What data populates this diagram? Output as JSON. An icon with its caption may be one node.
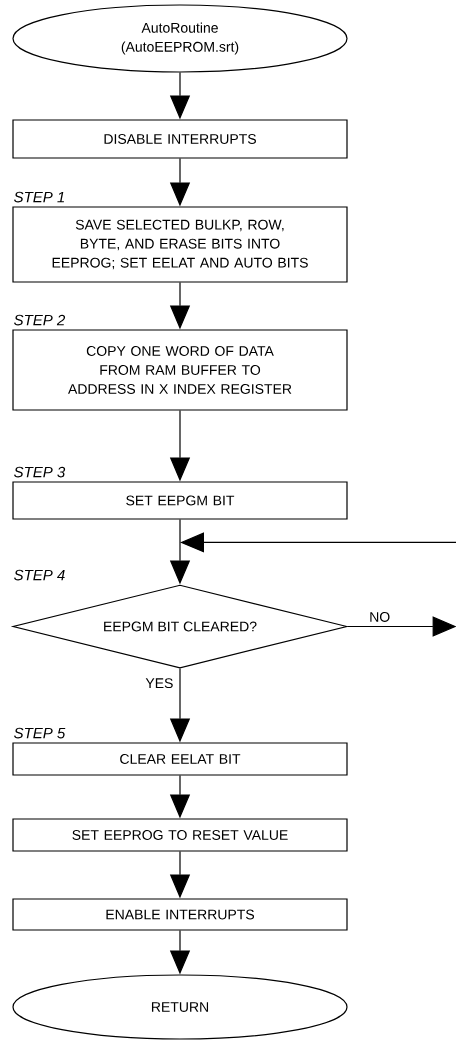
{
  "diagram": {
    "nodes": [
      {
        "text": [
          "AutoRoutine (AutoEEPROM.srt)"
        ]
      },
      {
        "text": [
          "DISABLE INTERRUPTS"
        ]
      },
      {
        "text": [
          "SAVE SELECTED BULKP, ROW, BYTE, AND ERASE BITS INTO EEPROG; SET EELAT AND AUTO BITS"
        ],
        "beside": [
          "STEP 1"
        ]
      },
      {
        "text": [
          "COPY ONE WORD OF DATA FROM RAM BUFFER TO ADDRESS IN X INDEX REGISTER"
        ],
        "beside": [
          "STEP 2"
        ]
      },
      {
        "text": [
          "SET EEPGM BIT"
        ],
        "beside": [
          "STEP 3"
        ]
      },
      {
        "text": [
          "EEPGM BIT CLEARED?"
        ],
        "beside": [
          "STEP 4"
        ]
      },
      {
        "text": [
          "CLEAR EELAT BIT"
        ],
        "beside": [
          "STEP 5"
        ]
      },
      {
        "text": [
          "SET EEPROG TO RESET VALUE"
        ]
      },
      {
        "text": [
          "ENABLE INTERRUPTS"
        ]
      },
      {
        "text": [
          "RETURN"
        ]
      }
    ],
    "edges": [
      {
        "from": 0,
        "to": 1,
        "arrow": "to"
      },
      {
        "from": 1,
        "to": 2,
        "arrow": "to"
      },
      {
        "from": 2,
        "to": 3,
        "arrow": "to"
      },
      {
        "from": 3,
        "to": 4,
        "arrow": "to"
      },
      {
        "from": 4,
        "to": 5,
        "arrow": "to"
      },
      {
        "from": 5,
        "to": null,
        "arrow": "to",
        "label": "NO"
      },
      {
        "from": null,
        "to": 5,
        "arrow": "to"
      },
      {
        "from": 5,
        "to": 6,
        "arrow": "to",
        "label": "YES"
      },
      {
        "from": 6,
        "to": 7,
        "arrow": "to"
      },
      {
        "from": 7,
        "to": 8,
        "arrow": "to"
      },
      {
        "from": 8,
        "to": 9,
        "arrow": "to"
      }
    ]
  }
}
